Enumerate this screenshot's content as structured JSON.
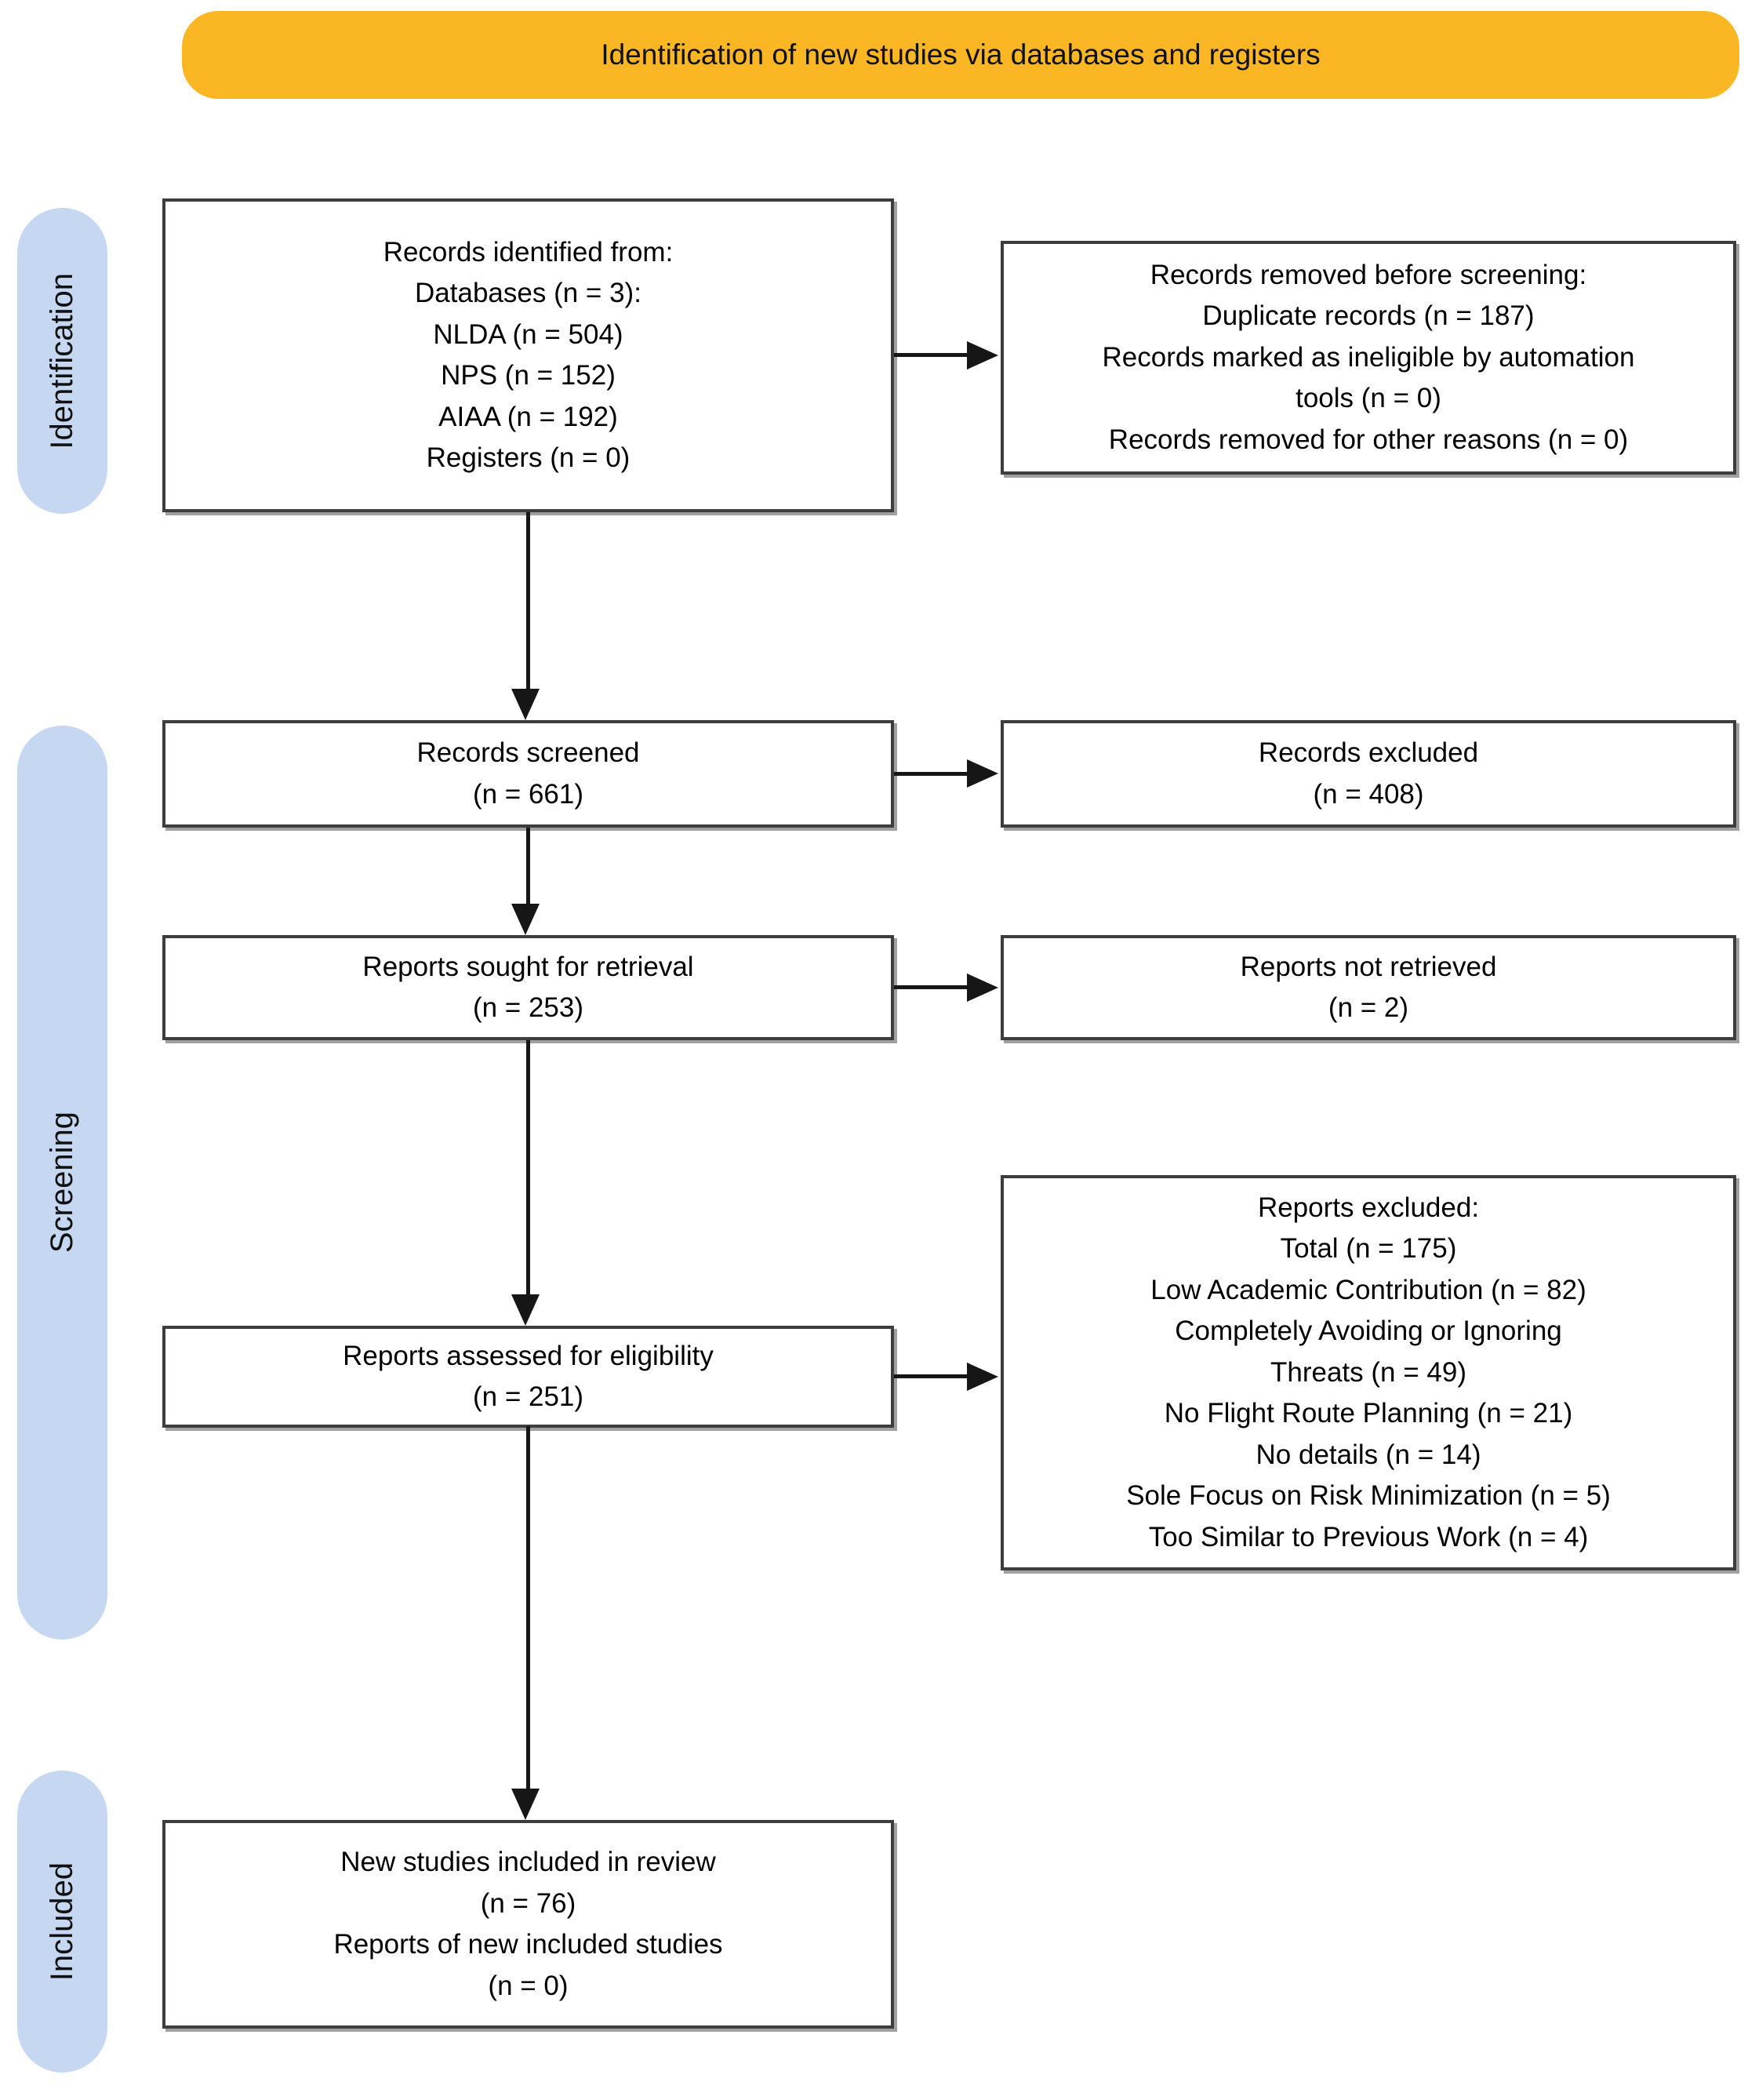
{
  "banner": {
    "label": "Identification of new studies via databases and registers"
  },
  "stages": [
    {
      "id": "identification",
      "label": "Identification"
    },
    {
      "id": "screening",
      "label": "Screening"
    },
    {
      "id": "included",
      "label": "Included"
    }
  ],
  "boxes": {
    "records_identified": {
      "lines": [
        "Records identified from:",
        "Databases (n = 3):",
        "NLDA (n = 504)",
        "NPS (n = 152)",
        "AIAA (n = 192)",
        "Registers (n = 0)"
      ]
    },
    "records_removed": {
      "lines": [
        "Records removed before screening:",
        "Duplicate records (n = 187)",
        "Records marked as ineligible by automation",
        "tools (n = 0)",
        "Records removed for other reasons (n = 0)"
      ]
    },
    "records_screened": {
      "lines": [
        "Records screened",
        "(n = 661)"
      ]
    },
    "records_excluded": {
      "lines": [
        "Records excluded",
        "(n = 408)"
      ]
    },
    "reports_sought": {
      "lines": [
        "Reports sought for retrieval",
        "(n = 253)"
      ]
    },
    "reports_not_retrieved": {
      "lines": [
        "Reports not retrieved",
        "(n = 2)"
      ]
    },
    "reports_assessed": {
      "lines": [
        "Reports assessed for eligibility",
        "(n = 251)"
      ]
    },
    "reports_excluded": {
      "lines": [
        "Reports excluded:",
        "Total (n = 175)",
        "Low Academic Contribution (n = 82)",
        "Completely Avoiding or Ignoring",
        "Threats (n = 49)",
        "No Flight Route Planning (n = 21)",
        "No details (n = 14)",
        "Sole Focus on Risk Minimization (n = 5)",
        "Too Similar to Previous Work (n = 4)"
      ]
    },
    "new_studies_included": {
      "lines": [
        "New studies included in review",
        "(n = 76)",
        "Reports of new included studies",
        "(n = 0)"
      ]
    }
  },
  "colors": {
    "banner_bg": "#FBB624",
    "stage_bg": "#C6D8F1",
    "box_border": "#3d3d3d",
    "box_shadow": "#a0a0a0",
    "arrow": "#161616",
    "background": "#ffffff"
  }
}
